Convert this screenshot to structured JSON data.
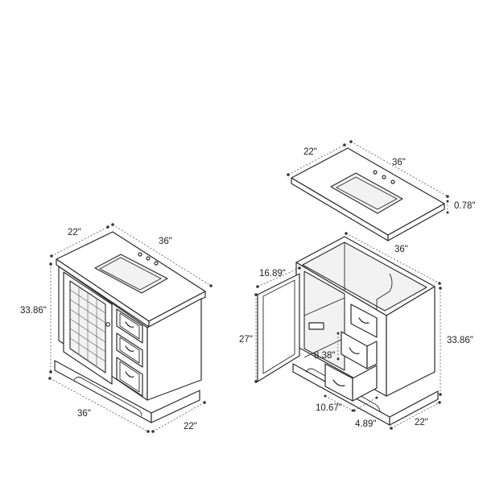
{
  "assembled": {
    "width_label": "36\"",
    "depth_label": "22\"",
    "height_label": "33.86\"",
    "bottom_width_label": "36\"",
    "bottom_depth_label": "22\""
  },
  "countertop": {
    "depth_label": "22\"",
    "width_label": "36\"",
    "thickness_label": "0.78\""
  },
  "cabinet": {
    "width_label": "36\"",
    "door_width_label": "16.89\"",
    "door_height_label": "27\"",
    "height_label": "33.86\"",
    "drawer_height_label": "8.38\"",
    "drawer_width_label": "10.67\"",
    "drawer_depth_label": "4.89\"",
    "depth_label": "22\""
  }
}
